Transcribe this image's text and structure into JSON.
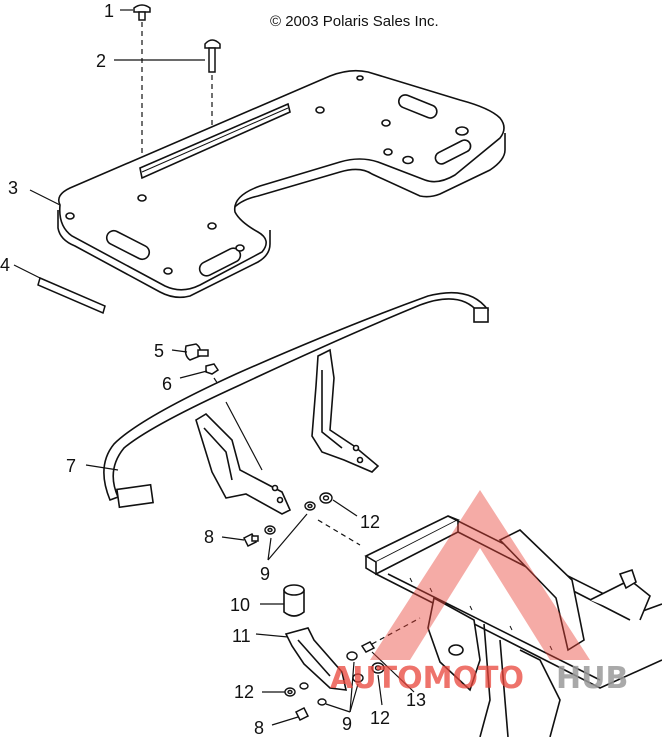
{
  "copyright": "© 2003 Polaris Sales Inc.",
  "callouts": [
    {
      "id": "c1",
      "label": "1"
    },
    {
      "id": "c2",
      "label": "2"
    },
    {
      "id": "c3",
      "label": "3"
    },
    {
      "id": "c4",
      "label": "4"
    },
    {
      "id": "c5",
      "label": "5"
    },
    {
      "id": "c6",
      "label": "6"
    },
    {
      "id": "c7",
      "label": "7"
    },
    {
      "id": "c8a",
      "label": "8"
    },
    {
      "id": "c9a",
      "label": "9"
    },
    {
      "id": "c12a",
      "label": "12"
    },
    {
      "id": "c10",
      "label": "10"
    },
    {
      "id": "c11",
      "label": "11"
    },
    {
      "id": "c12b",
      "label": "12"
    },
    {
      "id": "c8b",
      "label": "8"
    },
    {
      "id": "c9b",
      "label": "9"
    },
    {
      "id": "c12c",
      "label": "12"
    },
    {
      "id": "c13",
      "label": "13"
    }
  ],
  "watermark": {
    "word_a": "AUTOMOTO",
    "word_b": "HUB",
    "color_a": "#e8443a",
    "color_b": "#9a9a9a"
  }
}
